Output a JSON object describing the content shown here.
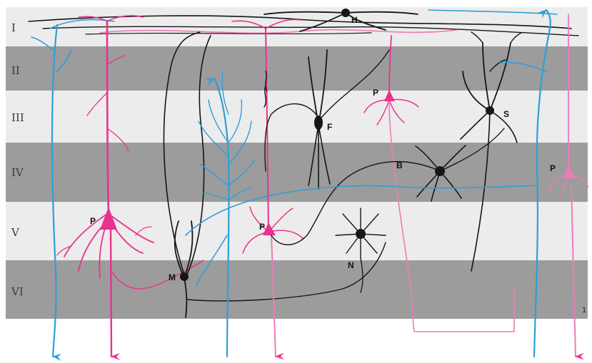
{
  "layers": [
    {
      "label": "I"
    },
    {
      "label": "II"
    },
    {
      "label": "III"
    },
    {
      "label": "IV"
    },
    {
      "label": "V"
    },
    {
      "label": "VI"
    }
  ],
  "neurons": {
    "horizontal": "H",
    "pyramidal_main": "P",
    "pyramidal_layer3": "P",
    "pyramidal_layer5": "P",
    "pyramidal_layer4_right": "P",
    "fusiform": "F",
    "stellate": "S",
    "basket": "B",
    "neurogliaform": "N",
    "martinotti": "M"
  },
  "corner_mark": "1",
  "colors": {
    "band_dark": "#9c9c9c",
    "band_light": "#ececec",
    "neuron_black": "#161616",
    "neuron_pink": "#e8328e",
    "neuron_light_pink": "#f07ab7",
    "afferent_blue": "#2f9fd6"
  }
}
